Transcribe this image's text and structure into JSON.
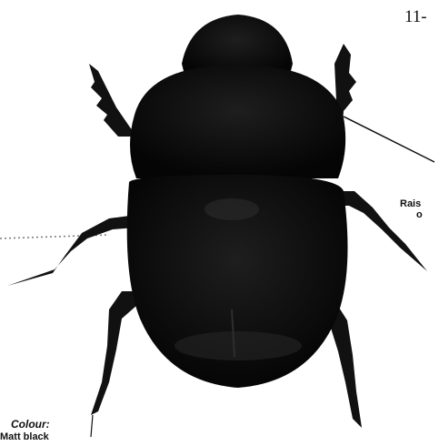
{
  "page": {
    "number": "11-"
  },
  "annotations": {
    "raised": "Rais",
    "raised_continued": "o",
    "colour_heading": "Colour:",
    "colour_value": "Matt black"
  },
  "colors": {
    "body": "#0d0d0d",
    "highlight": "#3a3a3a",
    "background": "#ffffff"
  }
}
